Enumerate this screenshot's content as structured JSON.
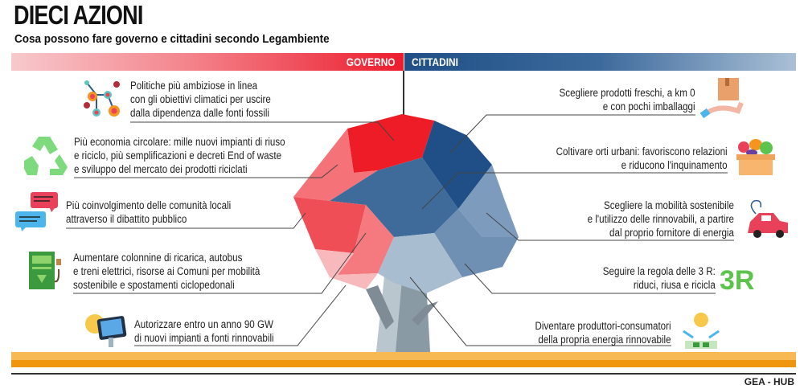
{
  "header": {
    "title": "DIECI AZIONI",
    "subtitle": "Cosa possono fare governo e cittadini secondo Legambiente"
  },
  "sections": {
    "governo": "GOVERNO",
    "cittadini": "CITTADINI"
  },
  "colors": {
    "governo": "#ec1c2d",
    "cittadini": "#1f4f86",
    "ground": "#f0960e"
  },
  "governo_items": [
    {
      "icon": "network-icon",
      "lines": [
        "Politiche più ambiziose in linea",
        "con gli obiettivi climatici per uscire",
        "dalla dipendenza dalle fonti fossili"
      ]
    },
    {
      "icon": "recycle-icon",
      "lines": [
        "Più economia circolare: mille nuovi impianti di riuso",
        "e riciclo, più semplificazioni e decreti End of waste",
        "e sviluppo del mercato dei prodotti riciclati"
      ]
    },
    {
      "icon": "chat-bubbles-icon",
      "lines": [
        "Più coinvolgimento delle comunità locali",
        "attraverso il dibattito pubblico"
      ]
    },
    {
      "icon": "charging-station-icon",
      "lines": [
        "Aumentare colonnine di ricarica, autobus",
        "e treni elettrici, risorse ai Comuni per mobilità",
        "sostenibile e spostamenti ciclopedonali"
      ]
    },
    {
      "icon": "solar-panel-icon",
      "lines": [
        "Autorizzare entro un anno 90 GW",
        "di nuovi impianti a fonti rinnovabili"
      ]
    }
  ],
  "cittadini_items": [
    {
      "icon": "package-hand-icon",
      "lines": [
        "Scegliere prodotti freschi, a km 0",
        "e con pochi imballaggi"
      ]
    },
    {
      "icon": "vegetable-box-icon",
      "lines": [
        "Coltivare orti urbani: favoriscono relazioni",
        "e riducono l'inquinamento"
      ]
    },
    {
      "icon": "electric-car-icon",
      "lines": [
        "Scegliere la mobilità sostenibile",
        "e l'utilizzo delle rinnovabili, a partire",
        "dal proprio fornitore di energia"
      ]
    },
    {
      "icon": "three-r-icon",
      "icon_text": "3R",
      "lines": [
        "Seguire la regola delle 3 R:",
        "riduci, riusa e ricicla"
      ]
    },
    {
      "icon": "solar-home-icon",
      "lines": [
        "Diventare produttori-consumatori",
        "della propria energia rinnovabile"
      ]
    }
  ],
  "footer": {
    "credit": "GEA - HUB"
  }
}
